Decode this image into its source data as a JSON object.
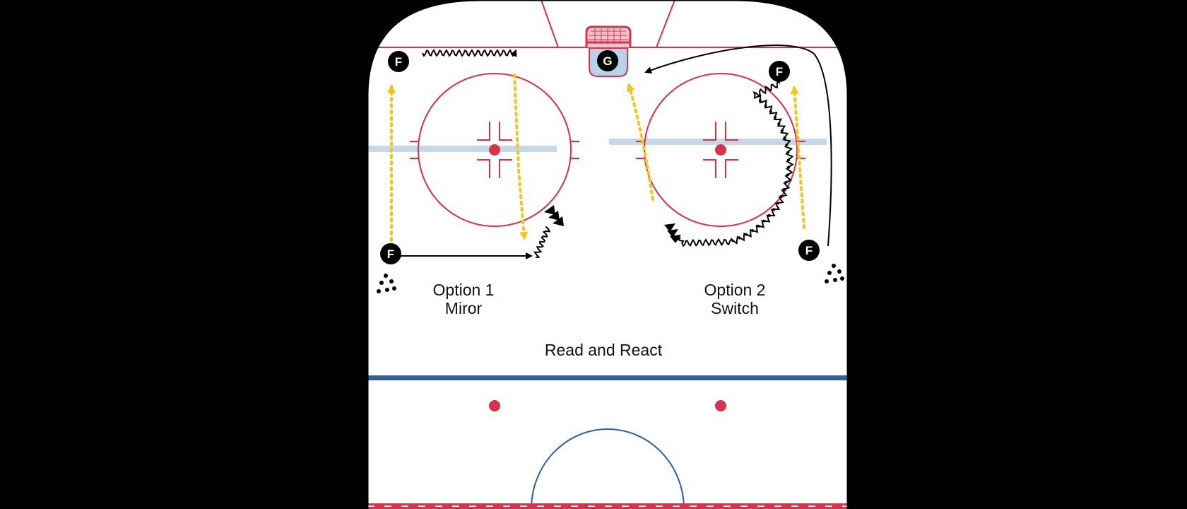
{
  "diagram": {
    "title": "Read and React",
    "options": [
      {
        "name": "Option 1",
        "sub": "Miror"
      },
      {
        "name": "Option 2",
        "sub": "Switch"
      }
    ],
    "players": {
      "goalie": "G",
      "forward": "F"
    }
  },
  "colors": {
    "background": "#000000",
    "ice": "#ffffff",
    "red_line": "#d6334d",
    "blue_line": "#2f5f9f",
    "pass_path": "#f5c518",
    "skate_path": "#000000",
    "crease": "#b8d2ea",
    "shade": "#c9d8e8"
  }
}
